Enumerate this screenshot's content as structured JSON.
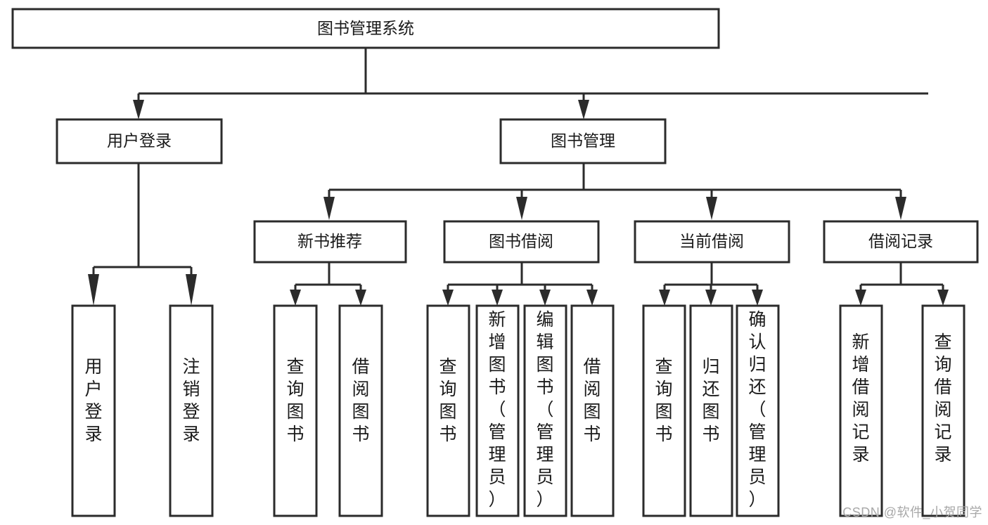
{
  "diagram": {
    "type": "tree-hierarchy",
    "title": "图书管理系统",
    "watermark": "CSDN @软件_小贺同学",
    "colors": {
      "box_stroke": "#2b2b2b",
      "box_fill": "#ffffff",
      "text": "#1a1a1a",
      "background": "#ffffff",
      "watermark": "#a8a8a8"
    },
    "levels": {
      "root": {
        "label": "图书管理系统"
      },
      "level2": [
        {
          "label": "用户登录"
        },
        {
          "label": "图书管理"
        }
      ],
      "level3": [
        {
          "label": "新书推荐"
        },
        {
          "label": "图书借阅"
        },
        {
          "label": "当前借阅"
        },
        {
          "label": "借阅记录"
        }
      ],
      "leaves": {
        "user_login": [
          {
            "label": "用户登录"
          },
          {
            "label": "注销登录"
          }
        ],
        "new_book_recommend": [
          {
            "label": "查询图书"
          },
          {
            "label": "借阅图书"
          }
        ],
        "book_borrow": [
          {
            "label": "查询图书"
          },
          {
            "label": "新增图书（管理员）"
          },
          {
            "label": "编辑图书（管理员）"
          },
          {
            "label": "借阅图书"
          }
        ],
        "current_borrow": [
          {
            "label": "查询图书"
          },
          {
            "label": "归还图书"
          },
          {
            "label": "确认归还（管理员）"
          }
        ],
        "borrow_record": [
          {
            "label": "新增借阅记录"
          },
          {
            "label": "查询借阅记录"
          }
        ]
      }
    }
  }
}
